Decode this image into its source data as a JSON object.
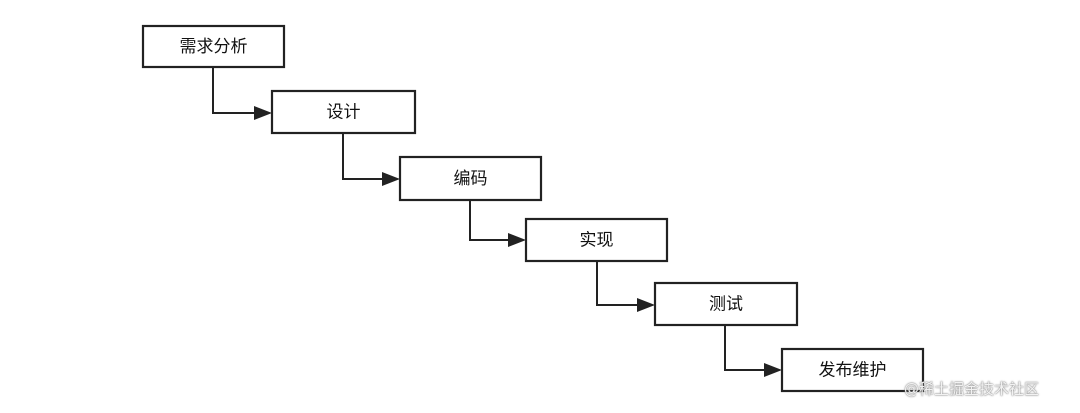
{
  "diagram": {
    "steps": [
      {
        "label": "需求分析"
      },
      {
        "label": "设计"
      },
      {
        "label": "编码"
      },
      {
        "label": "实现"
      },
      {
        "label": "测试"
      },
      {
        "label": "发布维护"
      }
    ],
    "colors": {
      "stroke": "#222222",
      "fill": "#ffffff",
      "text": "#111111"
    }
  },
  "watermark": {
    "text": "@稀土掘金技术社区"
  }
}
